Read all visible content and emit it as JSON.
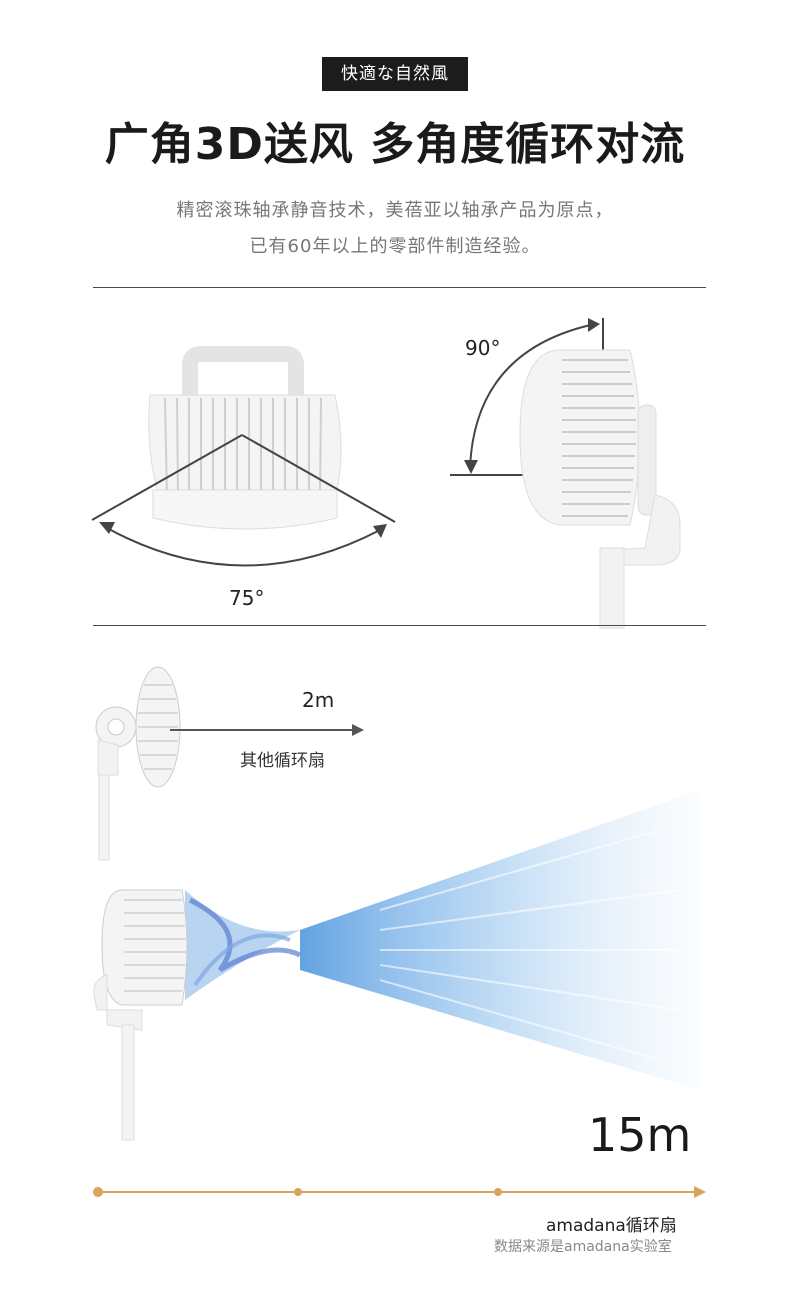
{
  "header": {
    "tag": "快適な自然風",
    "headline": "广角3D送风 多角度循环对流",
    "subtitle_line1": "精密滚珠轴承静音技术，美蓓亚以轴承产品为原点，",
    "subtitle_line2": "已有60年以上的零部件制造经验。"
  },
  "angles": {
    "horizontal_label": "75°",
    "vertical_label": "90°"
  },
  "comparison": {
    "other_distance": "2m",
    "other_label": "其他循环扇",
    "our_distance": "15m",
    "timeline_label": "amadana循环扇",
    "source_note": "数据来源是amadana实验室"
  },
  "colors": {
    "accent_gold": "#d9a45c",
    "airflow_blue": "#5a9ee0"
  }
}
